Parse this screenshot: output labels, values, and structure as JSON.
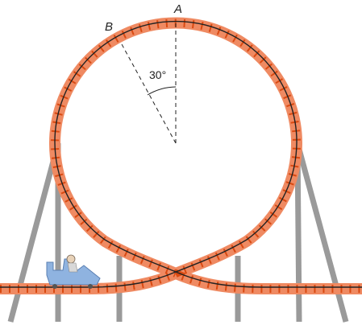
{
  "labels": {
    "point_a": "A",
    "point_b": "B",
    "angle": "30°"
  },
  "angle_between_radii_deg": 30,
  "colors": {
    "track": "#ef8a62",
    "rail": "#222222",
    "tie": "#d94a12",
    "support": "#9a9a9a",
    "dash": "#222222",
    "car": "#8fb3e0"
  }
}
